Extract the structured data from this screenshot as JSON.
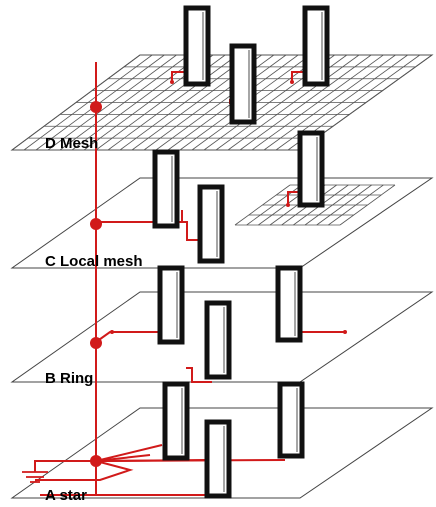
{
  "layers": [
    {
      "id": "D",
      "label": "D Mesh",
      "topology": "mesh"
    },
    {
      "id": "C",
      "label": "C Local mesh",
      "topology": "local mesh"
    },
    {
      "id": "B",
      "label": "B Ring",
      "topology": "ring"
    },
    {
      "id": "A",
      "label": "A star",
      "topology": "star"
    }
  ],
  "colors": {
    "connection": "#d11a1a",
    "plane": "#444444",
    "mesh": "#555555",
    "cabinet": "#111111",
    "background": "#ffffff"
  },
  "icons": [
    "ground-icon",
    "cabinet-icon",
    "node-icon"
  ]
}
